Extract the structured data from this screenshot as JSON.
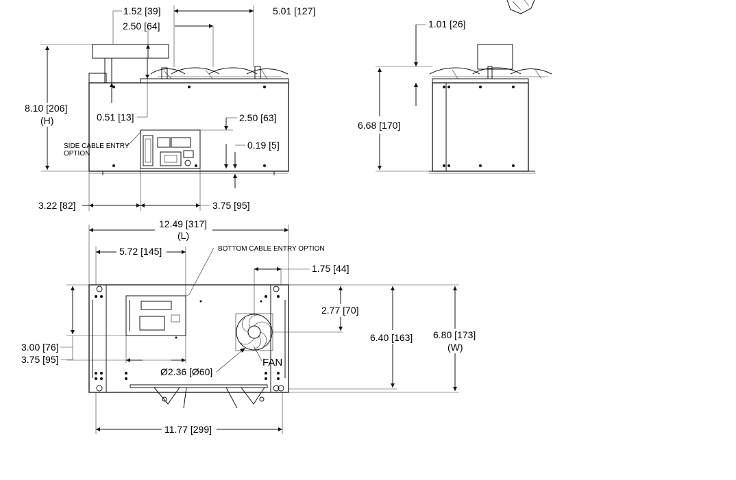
{
  "dimensions": {
    "front_top_offset": "1.52 [39]",
    "front_top_width": "5.01 [127]",
    "front_handle": "2.50 [64]",
    "front_height_value": "8.10 [206]",
    "front_height_symbol": "(H)",
    "front_ledge": "0.51 [13]",
    "front_panel_height": "2.50 [63]",
    "front_foot": "0.19 [5]",
    "front_left_offset": "3.22 [82]",
    "front_panel_width": "3.75 [95]",
    "side_top_gap": "1.01 [26]",
    "side_height": "6.68 [170]",
    "top_length_value": "12.49 [317]",
    "top_length_symbol": "(L)",
    "top_panel_offset": "5.72 [145]",
    "top_fan_offset": "1.75 [44]",
    "top_fan_center": "2.77 [70]",
    "top_inner_width": "6.40 [163]",
    "top_width_value": "6.80 [173]",
    "top_width_symbol": "(W)",
    "top_panel_y1": "3.00 [76]",
    "top_panel_y2": "3.75 [95]",
    "fan_diameter": "Ø2.36 [Ø60]",
    "top_foot_span": "11.77 [299]"
  },
  "labels": {
    "side_cable_line1": "SIDE CABLE ENTRY",
    "side_cable_line2": "OPTION",
    "bottom_cable": "BOTTOM CABLE ENTRY OPTION",
    "fan": "FAN"
  }
}
